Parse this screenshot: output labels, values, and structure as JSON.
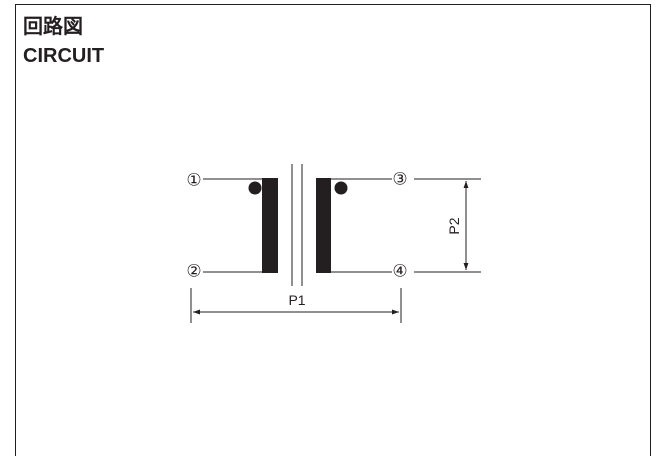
{
  "header": {
    "title_jp": "回路図",
    "title_en": "CIRCUIT"
  },
  "circuit": {
    "pins": {
      "pin1": "①",
      "pin2": "②",
      "pin3": "③",
      "pin4": "④"
    },
    "dimensions": {
      "p1": "P1",
      "p2": "P2"
    },
    "colors": {
      "ink": "#231f20"
    }
  }
}
